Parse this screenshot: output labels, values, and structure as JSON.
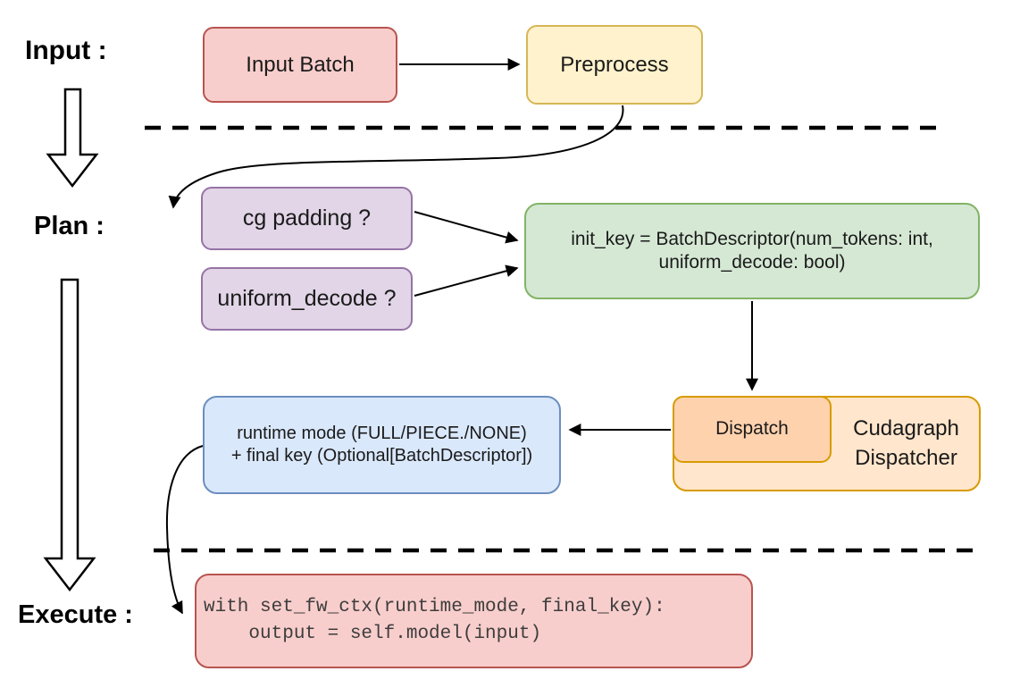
{
  "stage_labels": {
    "input": "Input :",
    "plan": "Plan :",
    "execute": "Execute :"
  },
  "nodes": {
    "input_batch": "Input Batch",
    "preprocess": "Preprocess",
    "cg_padding": "cg padding ?",
    "uniform_decode": "uniform_decode ?",
    "init_key_line1": "init_key = BatchDescriptor(num_tokens: int,",
    "init_key_line2": "uniform_decode: bool)",
    "dispatch": "Dispatch",
    "dispatcher_line1": "Cudagraph",
    "dispatcher_line2": "Dispatcher",
    "runtime_line1": "runtime mode (FULL/PIECE./NONE)",
    "runtime_line2": "+ final key (Optional[BatchDescriptor])",
    "code_line1": "with set_fw_ctx(runtime_mode, final_key):",
    "code_line2": "    output = self.model(input)"
  },
  "colors": {
    "red_fill": "#f8cecc",
    "red_stroke": "#b85450",
    "yellow_fill": "#fff2cc",
    "yellow_stroke": "#d6b656",
    "purple_fill": "#e1d5e7",
    "purple_stroke": "#9673a6",
    "green_fill": "#d5e8d4",
    "green_stroke": "#82b366",
    "blue_fill": "#dae8fc",
    "blue_stroke": "#6c8ebf",
    "orange_outer_fill": "#ffe6cc",
    "orange_inner_fill": "#ffd2ae",
    "orange_stroke": "#d79b00",
    "line_color": "#000000"
  }
}
